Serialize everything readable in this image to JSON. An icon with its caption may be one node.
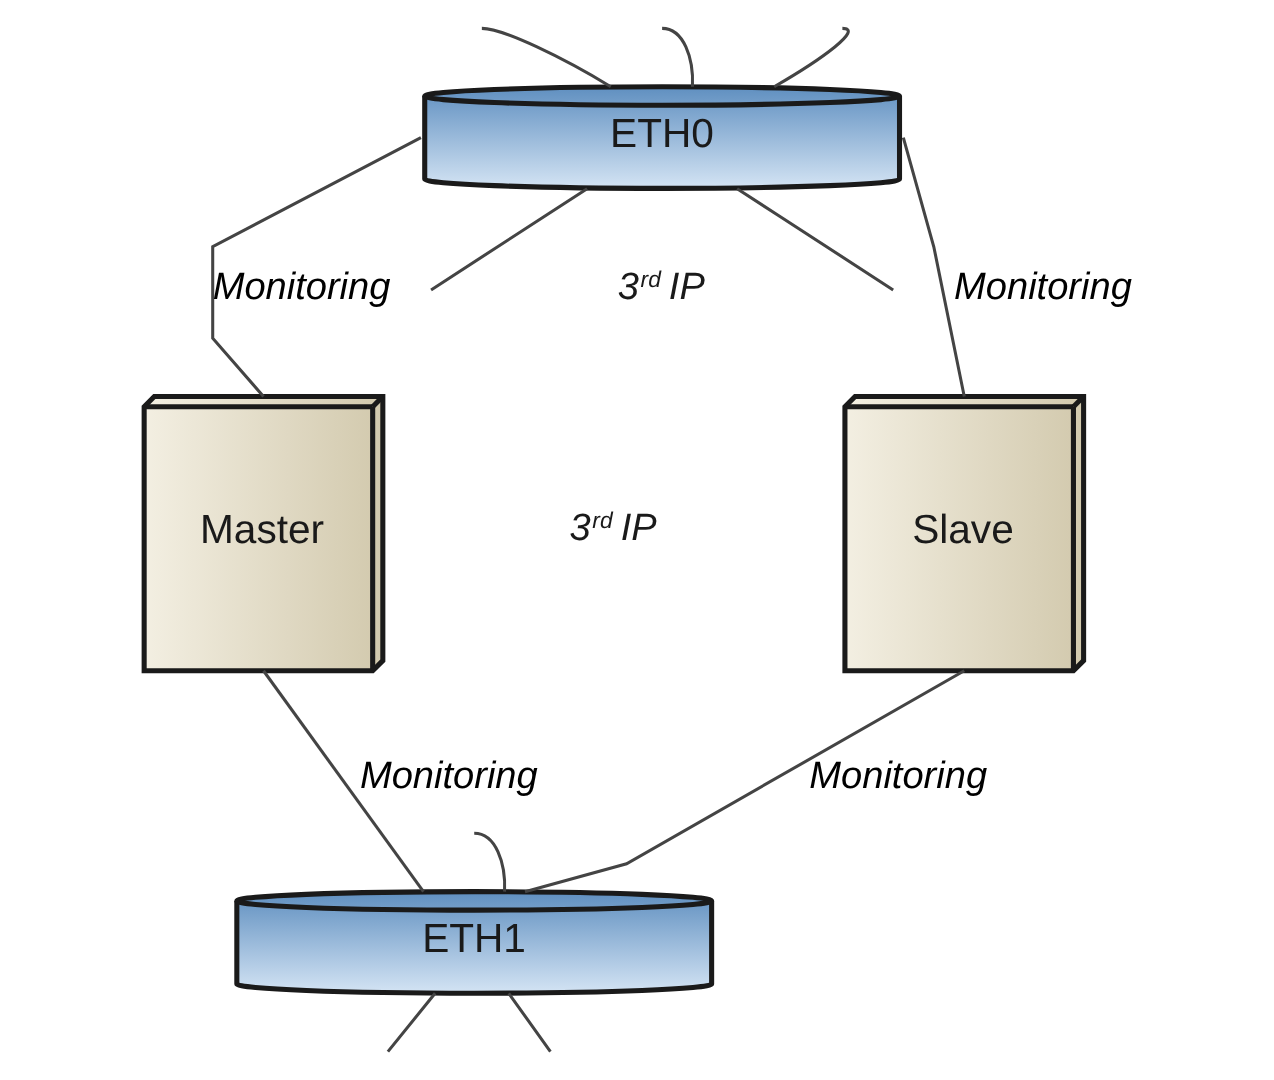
{
  "diagram": {
    "nodes": [
      {
        "text": [
          "ETH0"
        ]
      },
      {
        "text": [
          "Master"
        ]
      },
      {
        "text": [
          "Slave"
        ]
      },
      {
        "text": [
          "ETH1"
        ]
      }
    ],
    "edges": [
      {
        "from": 0,
        "to": null,
        "arrow": "none"
      },
      {
        "from": 0,
        "to": null,
        "arrow": "none"
      },
      {
        "from": 0,
        "to": null,
        "arrow": "none"
      },
      {
        "from": 0,
        "to": 1,
        "arrow": "none",
        "label": "Monitoring"
      },
      {
        "from": 0,
        "to": null,
        "arrow": "none"
      },
      {
        "from": 0,
        "to": null,
        "arrow": "none"
      },
      {
        "from": 0,
        "to": 2,
        "arrow": "none",
        "label": "Monitoring"
      },
      {
        "from": 1,
        "to": 3,
        "arrow": "none",
        "label": "Monitoring"
      },
      {
        "from": 3,
        "to": null,
        "arrow": "none"
      },
      {
        "from": 2,
        "to": 3,
        "arrow": "none",
        "label": "Monitoring"
      },
      {
        "from": 3,
        "to": null,
        "arrow": "none"
      },
      {
        "from": 3,
        "to": null,
        "arrow": "none"
      }
    ],
    "labels": [
      "3$^{rd}$ IP",
      "3$^{rd}$ IP"
    ]
  }
}
